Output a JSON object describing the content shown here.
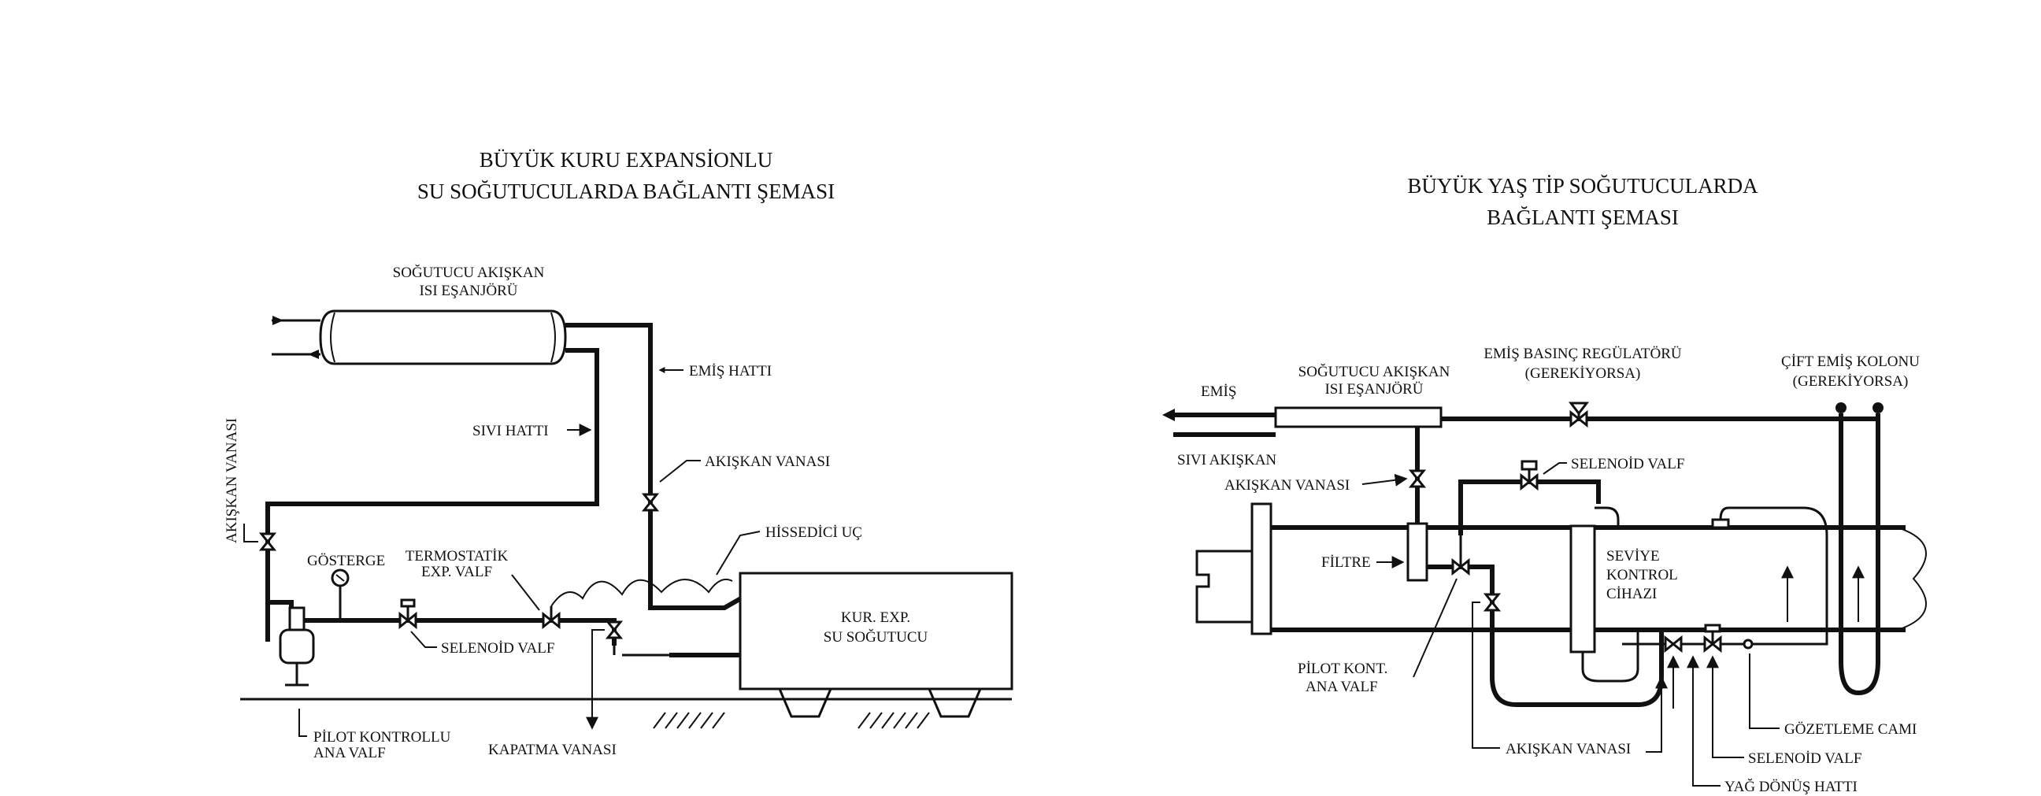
{
  "left_diagram": {
    "title_line1": "BÜYÜK KURU EXPANSİONLU",
    "title_line2": "SU SOĞUTUCULARDA BAĞLANTI ŞEMASI",
    "labels": {
      "exchanger_line1": "SOĞUTUCU AKIŞKAN",
      "exchanger_line2": "ISI EŞANJÖRÜ",
      "suction_line": "EMİŞ HATTI",
      "liquid_line": "SIVI HATTI",
      "refrigerant_valve_right": "AKIŞKAN VANASI",
      "refrigerant_valve_left": "AKIŞKAN VANASI",
      "sensing_bulb": "HİSSEDİCİ UÇ",
      "gauge": "GÖSTERGE",
      "thermostatic_line1": "TERMOSTATİK",
      "thermostatic_line2": "EXP. VALF",
      "solenoid_valve": "SELENOİD VALF",
      "chiller_line1": "KUR. EXP.",
      "chiller_line2": "SU SOĞUTUCU",
      "pilot_valve_line1": "PİLOT KONTROLLU",
      "pilot_valve_line2": "ANA VALF",
      "shutoff_valve": "KAPATMA VANASI"
    }
  },
  "right_diagram": {
    "title_line1": "BÜYÜK  YAŞ TİP SOĞUTUCULARDA",
    "title_line2": "BAĞLANTI ŞEMASI",
    "labels": {
      "suction": "EMİŞ",
      "liquid": "SIVI AKIŞKAN",
      "exchanger_line1": "SOĞUTUCU AKIŞKAN",
      "exchanger_line2": "ISI EŞANJÖRÜ",
      "suction_regulator_line1": "EMİŞ BASINÇ REGÜLATÖRÜ",
      "suction_regulator_line2": "(GEREKİYORSA)",
      "double_riser_line1": "ÇİFT EMİŞ KOLONU",
      "double_riser_line2": "(GEREKİYORSA)",
      "refrigerant_valve_top": "AKIŞKAN VANASI",
      "solenoid_valve_top": "SELENOİD VALF",
      "filter": "FİLTRE",
      "level_control_line1": "SEVİYE",
      "level_control_line2": "KONTROL",
      "level_control_line3": "CİHAZI",
      "pilot_valve_line1": "PİLOT KONT.",
      "pilot_valve_line2": "ANA VALF",
      "refrigerant_valve_bottom": "AKIŞKAN VANASI",
      "sight_glass": "GÖZETLEME CAMI",
      "solenoid_valve_bottom": "SELENOİD VALF",
      "oil_return": "YAĞ DÖNÜŞ HATTI"
    }
  }
}
